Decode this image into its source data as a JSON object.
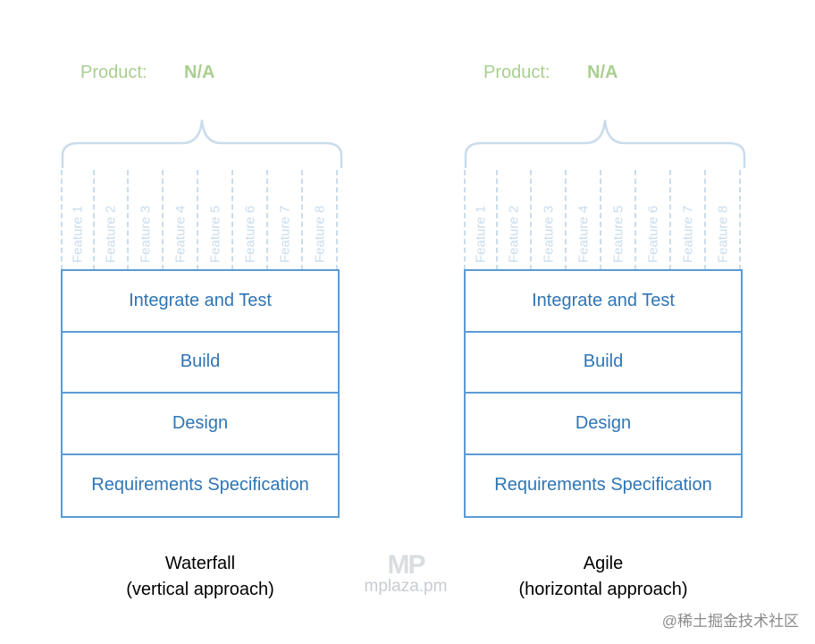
{
  "panels": [
    {
      "product_label": "Product:",
      "product_value": "N/A",
      "features": [
        "Feature 1",
        "Feature 2",
        "Feature 3",
        "Feature 4",
        "Feature 5",
        "Feature 6",
        "Feature 7",
        "Feature 8"
      ],
      "stages": [
        "Integrate and Test",
        "Build",
        "Design",
        "Requirements Specification"
      ],
      "caption_line1": "Waterfall",
      "caption_line2": "(vertical approach)"
    },
    {
      "product_label": "Product:",
      "product_value": "N/A",
      "features": [
        "Feature 1",
        "Feature 2",
        "Feature 3",
        "Feature 4",
        "Feature 5",
        "Feature 6",
        "Feature 7",
        "Feature 8"
      ],
      "stages": [
        "Integrate and Test",
        "Build",
        "Design",
        "Requirements Specification"
      ],
      "caption_line1": "Agile",
      "caption_line2": "(horizontal approach)"
    }
  ],
  "logo": {
    "mark": "MP",
    "text": "mplaza.pm"
  },
  "watermark": "@稀土掘金技术社区",
  "colors": {
    "product_text": "#a9cf8f",
    "feature_lines": "#c9dcec",
    "box_border": "#5b9bd5",
    "box_text": "#2e75b6"
  }
}
